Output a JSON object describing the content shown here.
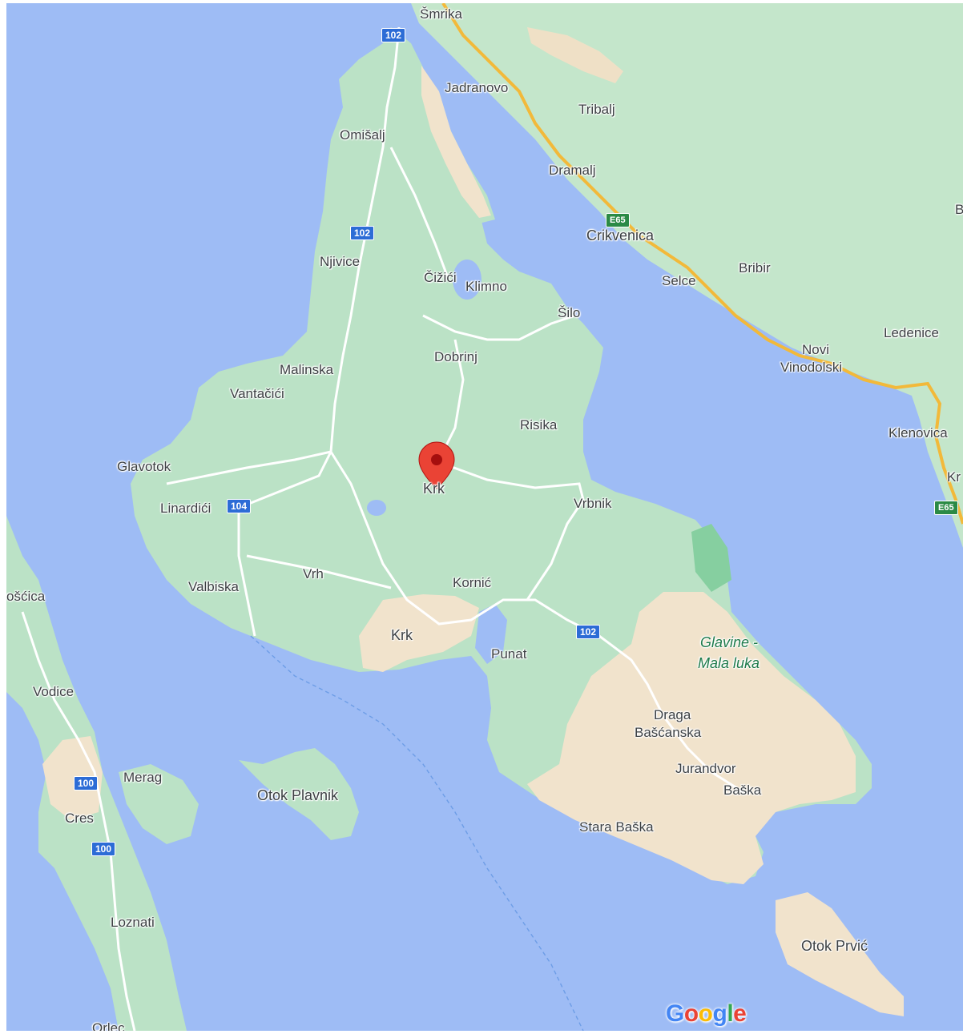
{
  "map": {
    "pin": {
      "label": "Krk",
      "color": "#d93025"
    },
    "labels": {
      "smrika": "Šmrika",
      "jadranovo": "Jadranovo",
      "tribalj": "Tribalj",
      "omisalj": "Omišalj",
      "dramalj": "Dramalj",
      "crikvenica": "Crikvenica",
      "njivice": "Njivice",
      "cizici": "Čižići",
      "klimno": "Klimno",
      "bribir": "Bribir",
      "selce": "Selce",
      "silo": "Šilo",
      "ledenice": "Ledenice",
      "novi": "Novi",
      "vinodolski": "Vinodolski",
      "dobrinj": "Dobrinj",
      "malinska": "Malinska",
      "vantacici": "Vantačići",
      "risika": "Risika",
      "klenovica": "Klenovica",
      "glavotok": "Glavotok",
      "linardici": "Linardići",
      "vrbnik": "Vrbnik",
      "kr_edge": "Kr",
      "b_edge": "B",
      "vrh": "Vrh",
      "valbiska": "Valbiska",
      "kornic": "Kornić",
      "oscica": "ošćica",
      "krk_town": "Krk",
      "punat": "Punat",
      "glavine": "Glavine -",
      "mala_luka": "Mala luka",
      "vodice": "Vodice",
      "draga": "Draga",
      "bascanska": "Bašćanska",
      "jurandvor": "Jurandvor",
      "merag": "Merag",
      "baska": "Baška",
      "otok_plavnik": "Otok Plavnik",
      "cres": "Cres",
      "stara_baska": "Stara Baška",
      "loznati": "Loznati",
      "otok_prvic": "Otok Prvić",
      "orlec": "Orlec"
    },
    "shields": {
      "r102_a": "102",
      "r102_b": "102",
      "r102_c": "102",
      "r104": "104",
      "r100_a": "100",
      "r100_b": "100",
      "e65_a": "E65",
      "e65_b": "E65"
    },
    "colors": {
      "water": "#9ebcf5",
      "land": "#bbe2c6",
      "mainland": "#c4e6cb",
      "sand": "#f1e3cc",
      "road": "#ffffff",
      "highway": "#f7c94a",
      "ferry": "#6d9de6"
    },
    "logo": {
      "letters": [
        "G",
        "o",
        "o",
        "g",
        "l",
        "e"
      ],
      "colors": [
        "#4285f4",
        "#ea4335",
        "#fbbc05",
        "#4285f4",
        "#34a853",
        "#ea4335"
      ]
    }
  }
}
